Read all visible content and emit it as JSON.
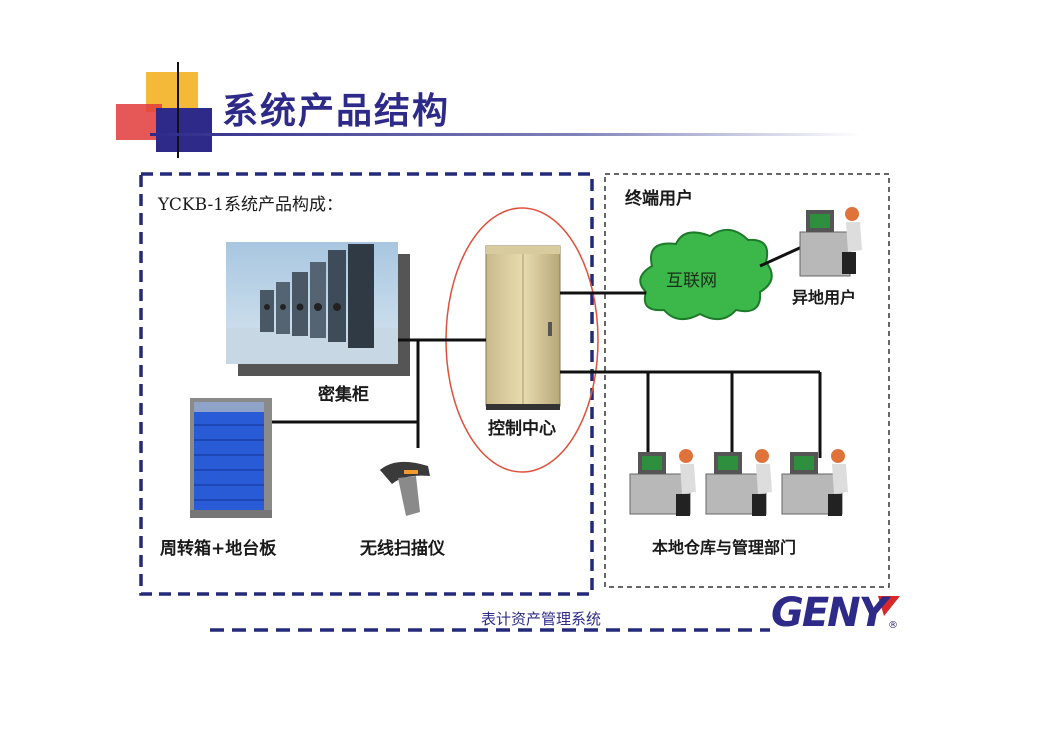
{
  "title": "系统产品结构",
  "left_panel": {
    "heading": "YCKB-1系统产品构成：",
    "dense_cabinet_label": "密集柜",
    "control_center_label": "控制中心",
    "turnover_box_label": "周转箱+地台板",
    "scanner_label": "无线扫描仪"
  },
  "right_panel": {
    "heading": "终端用户",
    "internet_label": "互联网",
    "remote_user_label": "异地用户",
    "local_dept_label": "本地仓库与管理部门"
  },
  "footer": {
    "text": "表计资产管理系统",
    "logo": "GENY",
    "registered": "®"
  },
  "colors": {
    "title_blue": "#2d2a8a",
    "dash_blue": "#232a7a",
    "ellipse_red": "#e0503a",
    "cloud_green": "#3cb84a"
  }
}
